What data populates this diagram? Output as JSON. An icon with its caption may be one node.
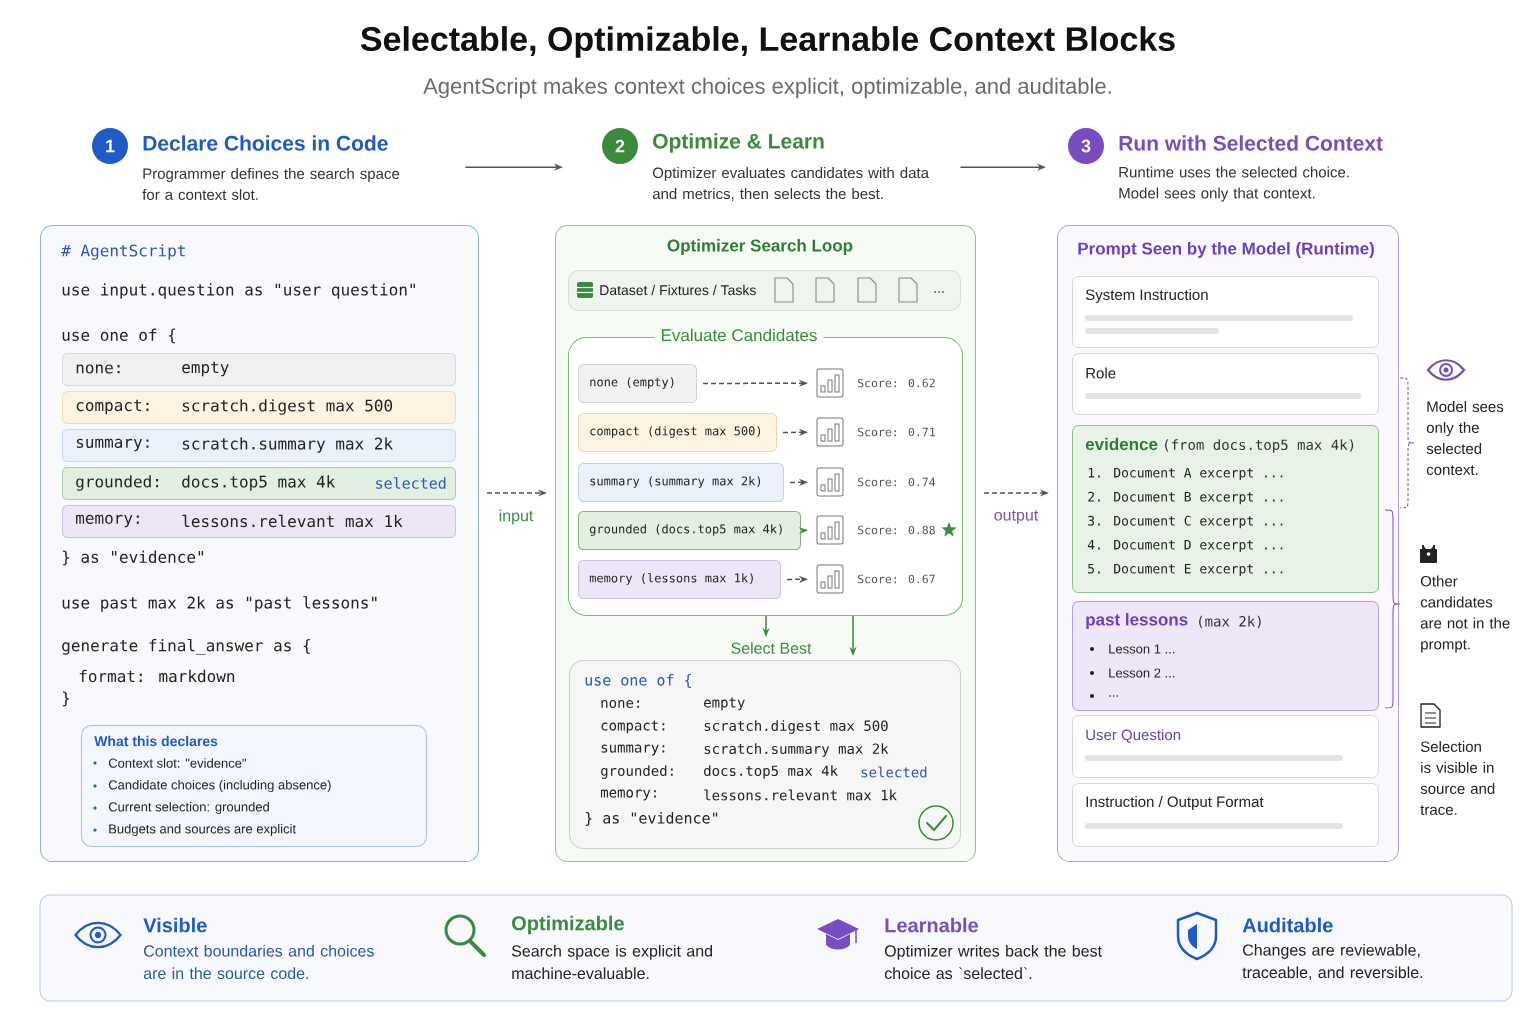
{
  "diagram": {
    "title": "Selectable, Optimizable, Learnable Context Blocks",
    "nodes": [
      {
        "text": [
          "1",
          "Declare Choices in Code",
          "Programmer defines the search space for a context slot."
        ]
      },
      {
        "text": [
          "2",
          "Optimize & Learn",
          "Optimizer evaluates candidates with data and metrics, then selects the best."
        ]
      },
      {
        "text": [
          "3",
          "Run with Selected Context",
          "Runtime uses the selected choice. Model sees only that context."
        ]
      },
      {
        "text": [
          "# AgentScript",
          "use input.question as \"user question\"",
          "use one of {",
          "} as \"evidence\"",
          "use past max 2k as \"past lessons\"",
          "generate final_answer as {",
          "format: markdown",
          "}"
        ]
      },
      {
        "text": [
          "none:",
          "empty"
        ],
        "in": 3
      },
      {
        "text": [
          "compact:",
          "scratch.digest max 500"
        ],
        "in": 3
      },
      {
        "text": [
          "summary:",
          "scratch.summary max 2k"
        ],
        "in": 3
      },
      {
        "text": [
          "grounded:",
          "docs.top5 max 4k",
          "selected"
        ],
        "in": 3
      },
      {
        "text": [
          "memory:",
          "lessons.relevant max 1k"
        ],
        "in": 3
      },
      {
        "text": [
          "What this declares",
          "Context slot: \"evidence\"",
          "Candidate choices (including absence)",
          "Current selection: grounded",
          "Budgets and sources are explicit"
        ],
        "in": 3
      },
      {
        "text": [
          "Optimizer Search Loop"
        ]
      },
      {
        "text": [
          "Dataset / Fixtures / Tasks",
          "..."
        ],
        "in": 10
      },
      {
        "text": [
          "Evaluate Candidates"
        ],
        "in": 10
      },
      {
        "text": [
          "none (empty)"
        ],
        "in": 12
      },
      {
        "text": [
          "compact (digest max 500)"
        ],
        "in": 12
      },
      {
        "text": [
          "summary (summary max 2k)"
        ],
        "in": 12
      },
      {
        "text": [
          "grounded (docs.top5 max 4k)"
        ],
        "in": 12
      },
      {
        "text": [
          "memory (lessons max 1k)"
        ],
        "in": 12
      },
      {
        "text": [
          "Score: 0.62"
        ],
        "in": 12
      },
      {
        "text": [
          "Score: 0.71"
        ],
        "in": 12
      },
      {
        "text": [
          "Score: 0.74"
        ],
        "in": 12
      },
      {
        "text": [
          "Score: 0.88"
        ],
        "in": 12
      },
      {
        "text": [
          "Score: 0.67"
        ],
        "in": 12
      },
      {
        "text": [
          "use one of {",
          "none:",
          "empty",
          "compact:",
          "scratch.digest max 500",
          "summary:",
          "scratch.summary max 2k",
          "grounded:",
          "docs.top5 max 4k",
          "selected",
          "memory:",
          "lessons.relevant max 1k",
          "} as \"evidence\""
        ],
        "in": 10
      },
      {
        "text": [
          "Prompt Seen by the Model (Runtime)"
        ]
      },
      {
        "text": [
          "System Instruction"
        ],
        "in": 24
      },
      {
        "text": [
          "Role"
        ],
        "in": 24
      },
      {
        "text": [
          "evidence",
          "(from docs.top5 max 4k)",
          "1. Document A excerpt ...",
          "2. Document B excerpt ...",
          "3. Document C excerpt ...",
          "4. Document D excerpt ...",
          "5. Document E excerpt ..."
        ],
        "in": 24
      },
      {
        "text": [
          "past lessons",
          "(max 2k)",
          "Lesson 1 ...",
          "Lesson 2 ...",
          "..."
        ],
        "in": 24
      },
      {
        "text": [
          "User Question"
        ],
        "in": 24
      },
      {
        "text": [
          "Instruction / Output Format"
        ],
        "in": 24
      },
      {
        "text": [
          "Select Best"
        ],
        "in": 10
      }
    ],
    "edges": [
      {
        "from": 0,
        "to": 1,
        "arrow": "to"
      },
      {
        "from": 1,
        "to": 2,
        "arrow": "to"
      },
      {
        "from": 3,
        "to": 10,
        "arrow": "to",
        "label": "input",
        "style": "dashed"
      },
      {
        "from": 13,
        "to": 18,
        "arrow": "to",
        "style": "dashed"
      },
      {
        "from": 14,
        "to": 19,
        "arrow": "to",
        "style": "dashed"
      },
      {
        "from": 15,
        "to": 20,
        "arrow": "to",
        "style": "dashed"
      },
      {
        "from": 16,
        "to": 21,
        "arrow": "to",
        "color": "#3b8a3e"
      },
      {
        "from": 17,
        "to": 22,
        "arrow": "to",
        "style": "dashed"
      },
      {
        "from": 12,
        "to": 31,
        "arrow": "to",
        "color": "#3b8a3e"
      },
      {
        "from": 12,
        "to": 23,
        "arrow": "to",
        "color": "#3b8a3e"
      },
      {
        "from": 10,
        "to": 24,
        "arrow": "to",
        "label": "output",
        "style": "dashed"
      }
    ],
    "labels": [
      "AgentScript makes context choices explicit, optimizable, and auditable.",
      "Model sees only the selected context.",
      "Other candidates are not in the prompt.",
      "Selection is visible in source and trace.",
      "Visible",
      "Context boundaries and choices are in the source code.",
      "Optimizable",
      "Search space is explicit and machine-evaluable.",
      "Learnable",
      "Optimizer writes back the best choice as `selected`.",
      "Auditable",
      "Changes are reviewable, traceable, and reversible."
    ]
  }
}
